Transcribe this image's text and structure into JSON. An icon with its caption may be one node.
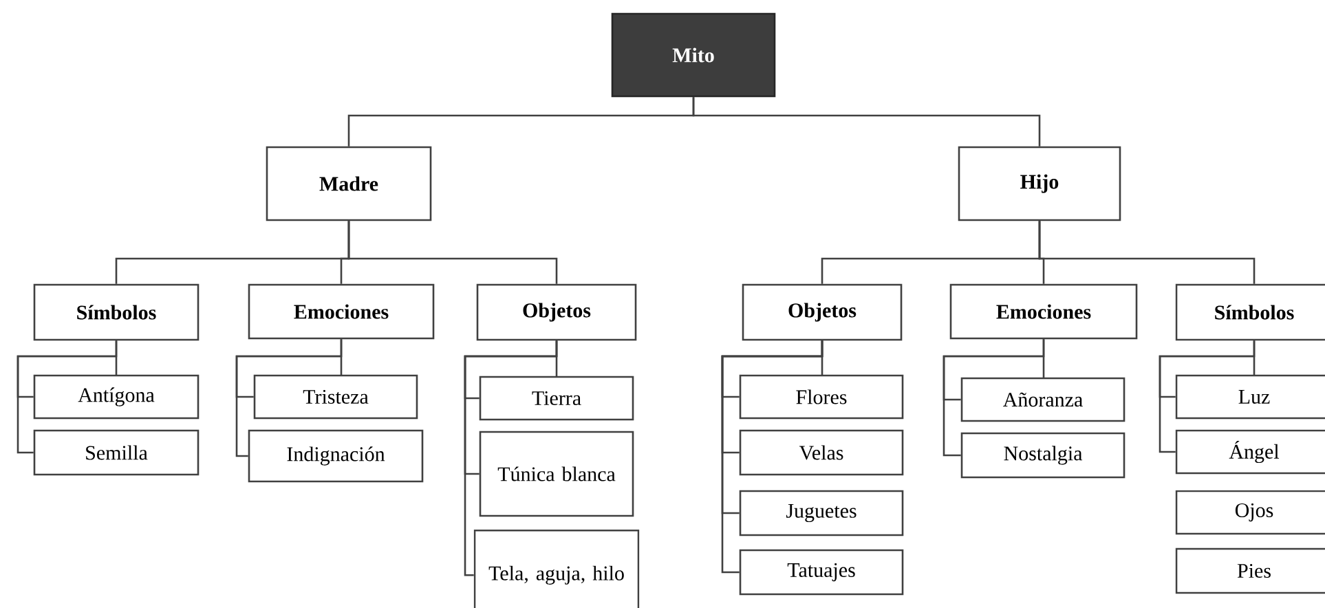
{
  "diagram": {
    "nodes": [
      {
        "text": [
          "Mito"
        ]
      },
      {
        "text": [
          "Madre"
        ]
      },
      {
        "text": [
          "Hijo"
        ]
      },
      {
        "text": [
          "Símbolos"
        ]
      },
      {
        "text": [
          "Emociones"
        ]
      },
      {
        "text": [
          "Objetos"
        ]
      },
      {
        "text": [
          "Antígona"
        ]
      },
      {
        "text": [
          "Semilla"
        ]
      },
      {
        "text": [
          "Tristeza"
        ]
      },
      {
        "text": [
          "Indignación"
        ]
      },
      {
        "text": [
          "Tierra"
        ]
      },
      {
        "text": [
          "Túnica blanca"
        ]
      },
      {
        "text": [
          "Tela, aguja, hilo"
        ]
      },
      {
        "text": [
          "Objetos"
        ]
      },
      {
        "text": [
          "Emociones"
        ]
      },
      {
        "text": [
          "Símbolos"
        ]
      },
      {
        "text": [
          "Flores"
        ]
      },
      {
        "text": [
          "Velas"
        ]
      },
      {
        "text": [
          "Juguetes"
        ]
      },
      {
        "text": [
          "Tatuajes"
        ]
      },
      {
        "text": [
          "Añoranza"
        ]
      },
      {
        "text": [
          "Nostalgia"
        ]
      },
      {
        "text": [
          "Luz"
        ]
      },
      {
        "text": [
          "Ángel"
        ]
      },
      {
        "text": [
          "Ojos"
        ]
      },
      {
        "text": [
          "Pies"
        ]
      }
    ],
    "edges": [
      {
        "from": 0,
        "to": 1,
        "arrow": "none"
      },
      {
        "from": 0,
        "to": 2,
        "arrow": "none"
      },
      {
        "from": 1,
        "to": 3,
        "arrow": "none"
      },
      {
        "from": 1,
        "to": 4,
        "arrow": "none"
      },
      {
        "from": 1,
        "to": 5,
        "arrow": "none"
      },
      {
        "from": 3,
        "to": 6,
        "arrow": "none"
      },
      {
        "from": 3,
        "to": 7,
        "arrow": "none"
      },
      {
        "from": 4,
        "to": 8,
        "arrow": "none"
      },
      {
        "from": 4,
        "to": 9,
        "arrow": "none"
      },
      {
        "from": 5,
        "to": 10,
        "arrow": "none"
      },
      {
        "from": 5,
        "to": 11,
        "arrow": "none"
      },
      {
        "from": 5,
        "to": 12,
        "arrow": "none"
      },
      {
        "from": 2,
        "to": 13,
        "arrow": "none"
      },
      {
        "from": 2,
        "to": 14,
        "arrow": "none"
      },
      {
        "from": 2,
        "to": 15,
        "arrow": "none"
      },
      {
        "from": 13,
        "to": 16,
        "arrow": "none"
      },
      {
        "from": 13,
        "to": 17,
        "arrow": "none"
      },
      {
        "from": 13,
        "to": 18,
        "arrow": "none"
      },
      {
        "from": 13,
        "to": 19,
        "arrow": "none"
      },
      {
        "from": 14,
        "to": 20,
        "arrow": "none"
      },
      {
        "from": 14,
        "to": 21,
        "arrow": "none"
      },
      {
        "from": 15,
        "to": 22,
        "arrow": "none"
      },
      {
        "from": 15,
        "to": 23,
        "arrow": "none"
      }
    ]
  }
}
